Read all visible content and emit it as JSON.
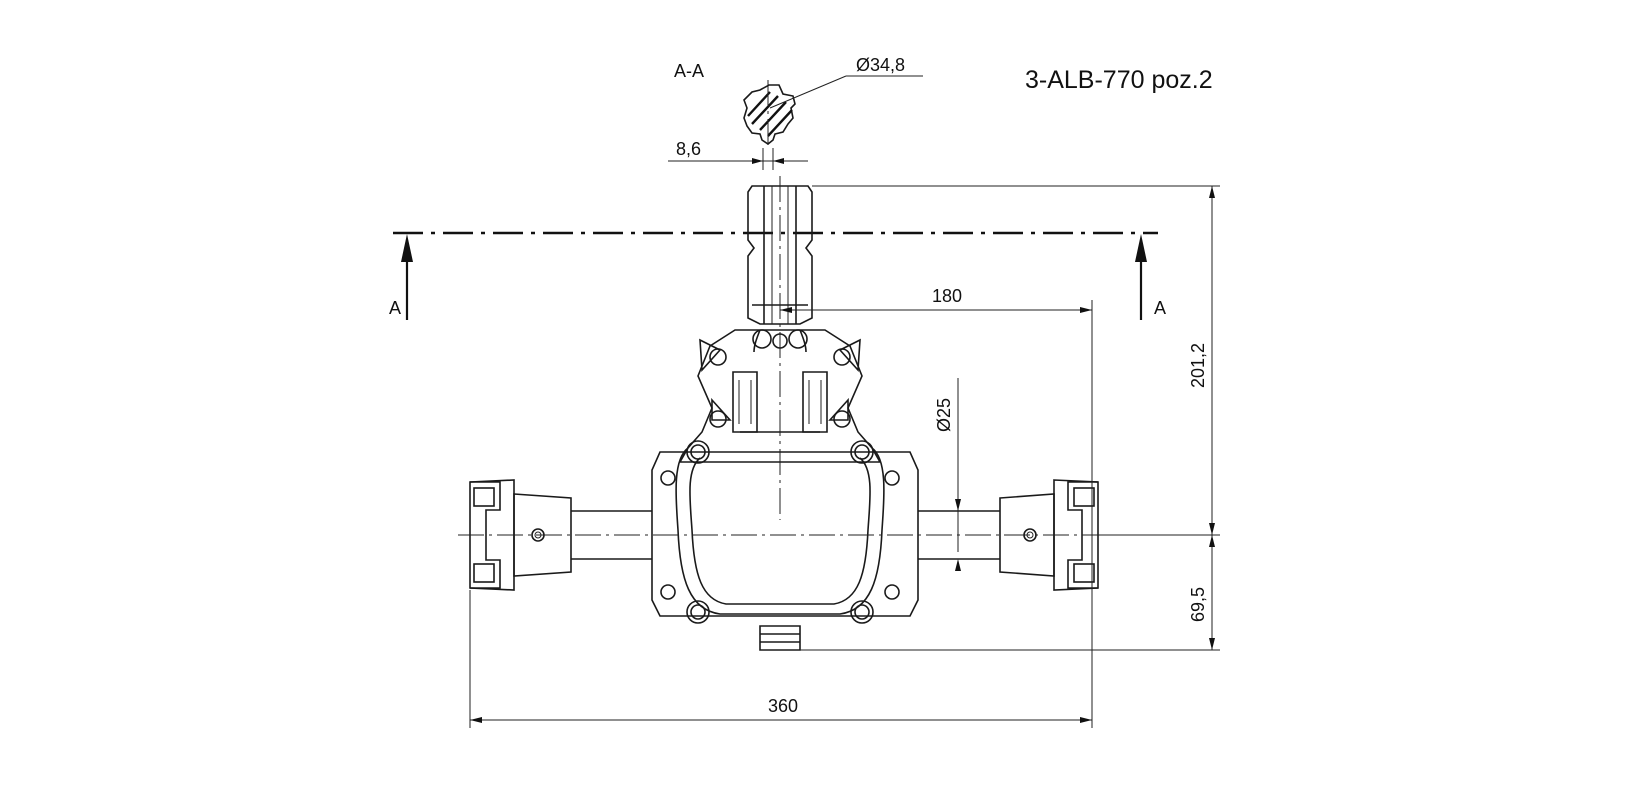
{
  "drawing_title": "3-ALB-770 poz.2",
  "section_view_label": "A-A",
  "section_marks": {
    "left": "A",
    "right": "A"
  },
  "dimensions": {
    "spline_diameter": "Ø34,8",
    "key_width": "8,6",
    "half_width": "180",
    "shaft_diameter": "Ø25",
    "input_height": "201,2",
    "bottom_height": "69,5",
    "overall_width": "360"
  }
}
